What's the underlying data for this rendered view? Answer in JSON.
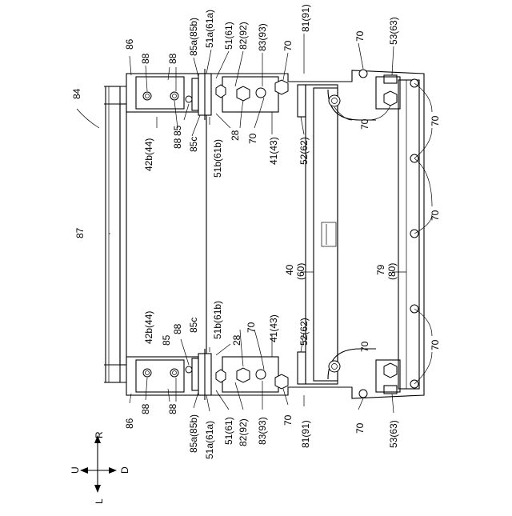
{
  "figure": {
    "assembly_ref": "84",
    "labels": {
      "l86": "86",
      "l88": "88",
      "l85a85b": "85a(85b)",
      "l51a61a": "51a(61a)",
      "l5161": "51(61)",
      "l8292": "82(92)",
      "l8393": "83(93)",
      "l70": "70",
      "l8191": "81(91)",
      "l5363": "53(63)",
      "l85": "85",
      "l85c": "85c",
      "l51b61b": "51b(61b)",
      "l28": "28",
      "l42b44": "42b(44)",
      "l4143": "41(43)",
      "l5262": "52(62)",
      "l87": "87",
      "l4060": "40\n(60)",
      "l40": "40",
      "l60": "(60)",
      "l79": "79",
      "l80": "(80)"
    },
    "compass": {
      "up": "U",
      "right": "R",
      "down": "D",
      "left": "L"
    }
  }
}
